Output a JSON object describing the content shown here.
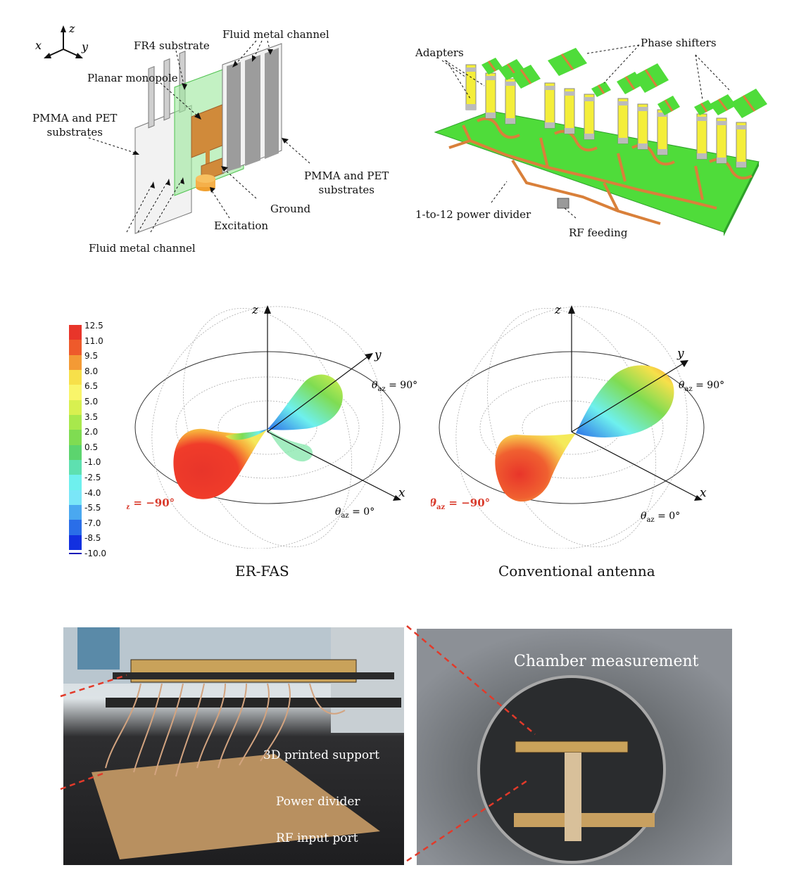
{
  "panel_a": {
    "axes": {
      "x": "x",
      "y": "y",
      "z": "z"
    },
    "fr4": "FR4 substrate",
    "monopole": "Planar monopole",
    "pmma_left": "PMMA and PET\nsubstrates",
    "pmma_right": "PMMA and PET\nsubstrates",
    "fluid_top": "Fluid metal channel",
    "fluid_bottom": "Fluid metal channel",
    "ground": "Ground",
    "excitation": "Excitation"
  },
  "panel_b": {
    "adapters": "Adapters",
    "phase_shifters": "Phase shifters",
    "power_divider": "1-to-12 power divider",
    "rf_feeding": "RF feeding"
  },
  "colorbar": {
    "ticks": [
      "12.5",
      "11.0",
      "9.5",
      "8.0",
      "6.5",
      "5.0",
      "3.5",
      "2.0",
      "0.5",
      "-1.0",
      "-2.5",
      "-4.0",
      "-5.5",
      "-7.0",
      "-8.5",
      "-10.0"
    ],
    "colors": [
      "#e8352a",
      "#ee5a2b",
      "#f39a35",
      "#f7e04a",
      "#f9f56a",
      "#d8f050",
      "#a8e84c",
      "#7fdc52",
      "#5cd46e",
      "#5ee0b0",
      "#6ef0ee",
      "#7ae6f8",
      "#4aa8f0",
      "#2a6ee8",
      "#1230e0",
      "#0a10b8"
    ]
  },
  "pattern_left": {
    "caption": "ER-FAS",
    "axis_x": "x",
    "axis_y": "y",
    "axis_z": "z",
    "theta_90": "θ",
    "theta_90_sub": "az",
    "theta_90_val": " = 90°",
    "theta_0": "θ",
    "theta_0_sub": "az",
    "theta_0_val": " = 0°",
    "theta_m90": "θ",
    "theta_m90_sub": "az",
    "theta_m90_val": " = −90°"
  },
  "pattern_right": {
    "caption": "Conventional antenna",
    "axis_x": "x",
    "axis_y": "y",
    "axis_z": "z",
    "theta_90": "θ",
    "theta_90_sub": "az",
    "theta_90_val": " = 90°",
    "theta_0": "θ",
    "theta_0_sub": "az",
    "theta_0_val": " = 0°",
    "theta_m90": "θ",
    "theta_m90_sub": "az",
    "theta_m90_val": " = −90°"
  },
  "photo_left": {
    "support": "3D printed support",
    "divider": "Power divider",
    "rf_input": "RF input port"
  },
  "photo_right": {
    "title": "Chamber measurement"
  },
  "colors": {
    "hot": "#e03a2a",
    "label_red": "#d93a2b",
    "board_green": "#4fdc3a",
    "trace_orange": "#d9803a",
    "adapter_yellow": "#f4ee3a"
  }
}
